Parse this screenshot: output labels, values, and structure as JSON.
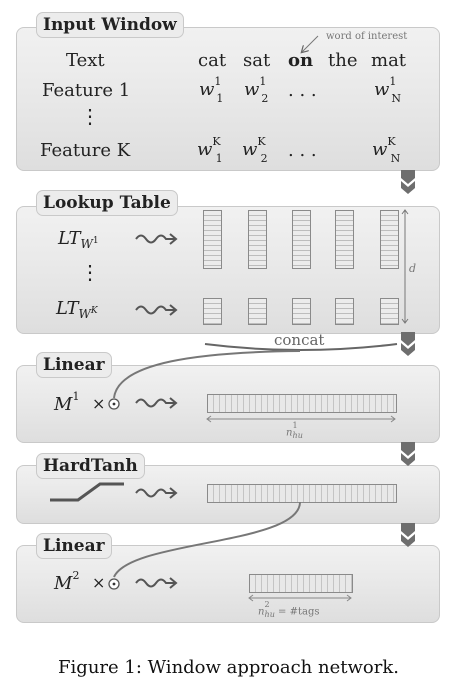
{
  "input_window": {
    "title": "Input Window",
    "annotation": "word of interest",
    "row_text_label": "Text",
    "words": [
      "cat",
      "sat",
      "on",
      "the",
      "mat"
    ],
    "feature1_label": "Feature 1",
    "featureK_label": "Feature K",
    "w_sym": "w",
    "sup1": "1",
    "supK": "K",
    "sub1": "1",
    "sub2": "2",
    "subN": "N",
    "ellipsis": ". . .",
    "vdots": "⋮"
  },
  "lookup_table": {
    "title": "Lookup Table",
    "lt": "LT",
    "lt_sub1": "W",
    "lt_sup1": "1",
    "lt_subK": "W",
    "lt_supK": "K",
    "vdots": "⋮",
    "d_label": "d",
    "concat_label": "concat"
  },
  "linear1": {
    "title": "Linear",
    "matrix": "M",
    "matrix_sup": "1",
    "times": "×",
    "dim_label_base": "n",
    "dim_label_sup": "1",
    "dim_label_sub": "hu"
  },
  "hardtanh": {
    "title": "HardTanh"
  },
  "linear2": {
    "title": "Linear",
    "matrix": "M",
    "matrix_sup": "2",
    "times": "×",
    "dim_label_base": "n",
    "dim_label_sup": "2",
    "dim_label_sub": "hu",
    "dim_label_suffix": "= #tags"
  },
  "caption": "Figure 1: Window approach network.",
  "colors": {
    "panel_border": "#c9c9c9",
    "arrow": "#777777",
    "chevron": "#6e6e6e"
  },
  "icons": [
    "wavy-arrow-icon",
    "chevron-down-icon",
    "circle-dot-icon",
    "hardtanh-curve-icon"
  ]
}
